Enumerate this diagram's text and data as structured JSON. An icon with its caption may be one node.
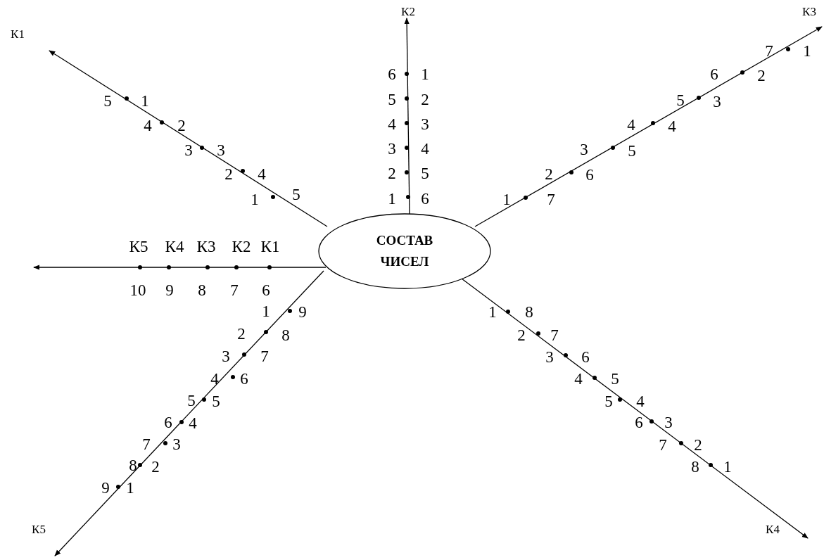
{
  "diagram": {
    "nodes": [
      {
        "text": [
          "СОСТАВ ЧИСЕЛ"
        ]
      },
      {
        "text": [
          "К1"
        ]
      },
      {
        "text": [
          "К2"
        ]
      },
      {
        "text": [
          "К3"
        ]
      },
      {
        "text": [
          "К4"
        ]
      },
      {
        "text": [
          "К5"
        ]
      }
    ],
    "edges": [
      {
        "from": 0,
        "to": 1,
        "arrow": "to"
      },
      {
        "from": 0,
        "to": 2,
        "arrow": "to"
      },
      {
        "from": 0,
        "to": 3,
        "arrow": "to"
      },
      {
        "from": 0,
        "to": null,
        "arrow": "to"
      },
      {
        "from": 0,
        "to": 5,
        "arrow": "to"
      },
      {
        "from": 0,
        "to": 4,
        "arrow": "to"
      }
    ],
    "labels": [
      "5",
      "1",
      "4",
      "2",
      "3",
      "3",
      "2",
      "4",
      "1",
      "5",
      "6",
      "1",
      "5",
      "2",
      "4",
      "3",
      "3",
      "4",
      "2",
      "5",
      "1",
      "6",
      "7",
      "1",
      "6",
      "2",
      "5",
      "3",
      "4",
      "4",
      "3",
      "5",
      "2",
      "6",
      "1",
      "7",
      "К5",
      "К4",
      "К3",
      "К2",
      "К1",
      "10",
      "9",
      "8",
      "7",
      "6",
      "1",
      "9",
      "2",
      "8",
      "3",
      "7",
      "4",
      "6",
      "5",
      "5",
      "6",
      "4",
      "7",
      "3",
      "8",
      "2",
      "9",
      "1",
      "1",
      "8",
      "2",
      "7",
      "3",
      "6",
      "4",
      "5",
      "5",
      "4",
      "6",
      "3",
      "7",
      "2",
      "8",
      "1"
    ]
  }
}
